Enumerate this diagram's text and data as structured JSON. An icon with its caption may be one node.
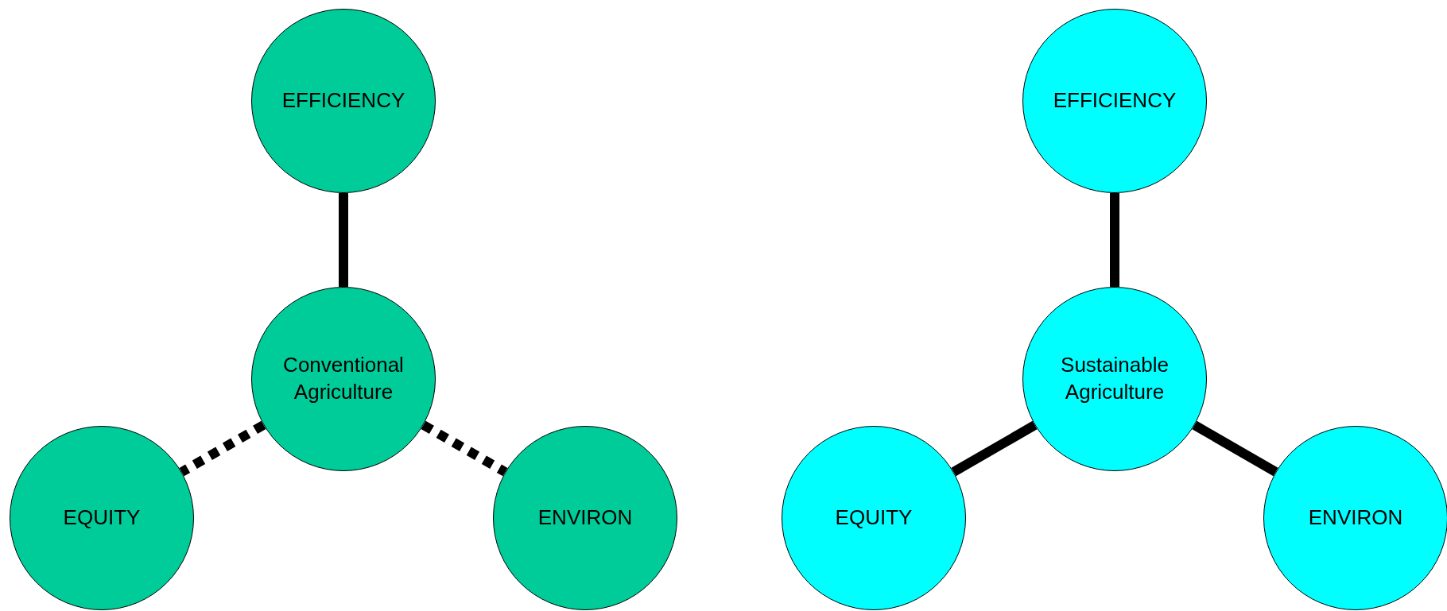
{
  "diagram": {
    "nodes": [
      {
        "text": [
          "EFFICIENCY"
        ]
      },
      {
        "text": [
          "Conventional Agriculture"
        ]
      },
      {
        "text": [
          "EQUITY"
        ]
      },
      {
        "text": [
          "ENVIRON"
        ]
      },
      {
        "text": [
          "EFFICIENCY"
        ]
      },
      {
        "text": [
          "Sustainable Agriculture"
        ]
      },
      {
        "text": [
          "EQUITY"
        ]
      },
      {
        "text": [
          "ENVIRON"
        ]
      }
    ],
    "edges": [
      {
        "from": 1,
        "to": 0,
        "arrow": "none"
      },
      {
        "from": 1,
        "to": 2,
        "arrow": "none",
        "style": "dashed"
      },
      {
        "from": 1,
        "to": 3,
        "arrow": "none",
        "style": "dashed"
      },
      {
        "from": 5,
        "to": 4,
        "arrow": "none"
      },
      {
        "from": 5,
        "to": 6,
        "arrow": "none"
      },
      {
        "from": 5,
        "to": 7,
        "arrow": "none"
      }
    ]
  }
}
